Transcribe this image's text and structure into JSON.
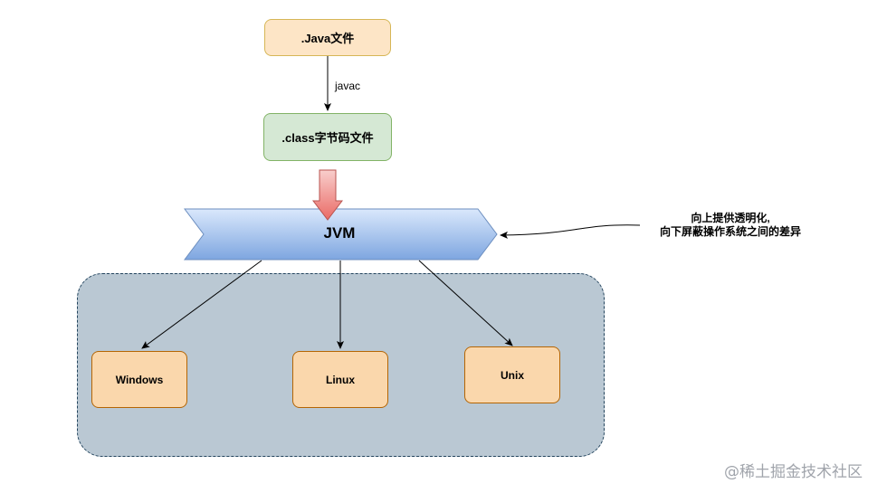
{
  "nodes": {
    "java_file": ".Java文件",
    "class_file": ".class字节码文件",
    "jvm": "JVM",
    "windows": "Windows",
    "linux": "Linux",
    "unix": "Unix"
  },
  "edges": {
    "compile_label": "javac"
  },
  "note": {
    "line1": "向上提供透明化,",
    "line2": "向下屏蔽操作系统之间的差异"
  },
  "watermark": "@稀土掘金技术社区",
  "colors": {
    "java_fill": "#fde5c6",
    "class_fill": "#d5e8d4",
    "jvm_fill": "#7ea6e0",
    "os_fill": "#fad7ac",
    "platform_fill": "#bac8d3",
    "down_arrow_fill": "#f08080"
  }
}
